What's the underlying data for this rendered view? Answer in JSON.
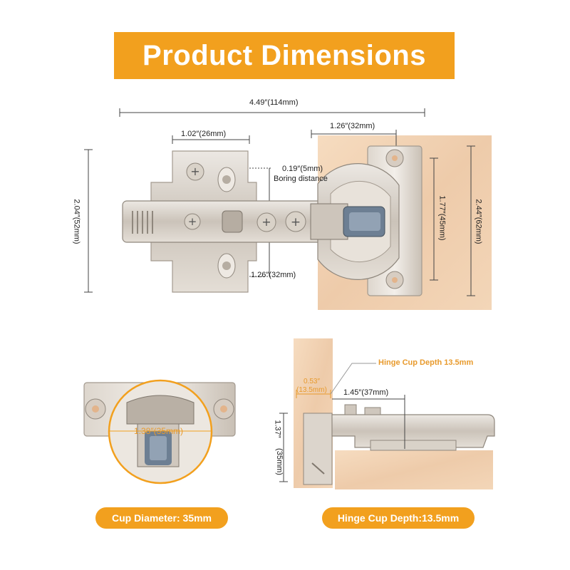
{
  "title": "Product Dimensions",
  "top_view": {
    "overall_width": "4.49″(114mm)",
    "plate_width": "1.02″(26mm)",
    "cup_to_edge": "1.26″(32mm)",
    "boring_distance_value": "0.19″(5mm)",
    "boring_distance_label": "Boring distance",
    "plate_hole_spacing": "1.26″(32mm)",
    "overall_height": "2.04″(52mm)",
    "cup_plate_height": "1.77″(45mm)",
    "cup_plate_total": "2.44″(62mm)"
  },
  "cup_view": {
    "diameter_text": "1.38″(35mm)",
    "caption": "Cup Diameter: 35mm"
  },
  "side_view": {
    "depth_callout": "Hinge Cup Depth 13.5mm",
    "depth_inch": "0.53″",
    "depth_mm": "(13.5mm)",
    "offset": "1.45″(37mm)",
    "height_inch": "1.37″",
    "height_mm": "(35mm)",
    "caption": "Hinge Cup Depth:13.5mm"
  },
  "colors": {
    "accent": "#f2a01e",
    "wood": "#f0d3b2",
    "metal": "#cfc7bd"
  }
}
